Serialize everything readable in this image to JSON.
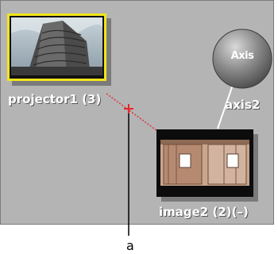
{
  "nodes": {
    "projector": {
      "label": "projector1 (3)"
    },
    "image": {
      "label": "image2 (2)(–)"
    },
    "axis": {
      "title": "Axis",
      "label": "axis2"
    }
  },
  "colors": {
    "canvas": "#b4b4b4",
    "selection_border": "#f2e51a",
    "connection_dotted": "#e0303a",
    "connection_solid": "#ffffff"
  },
  "callout": {
    "label": "a"
  },
  "icons": {
    "cursor": "crosshair-icon",
    "link": "connection-line"
  }
}
